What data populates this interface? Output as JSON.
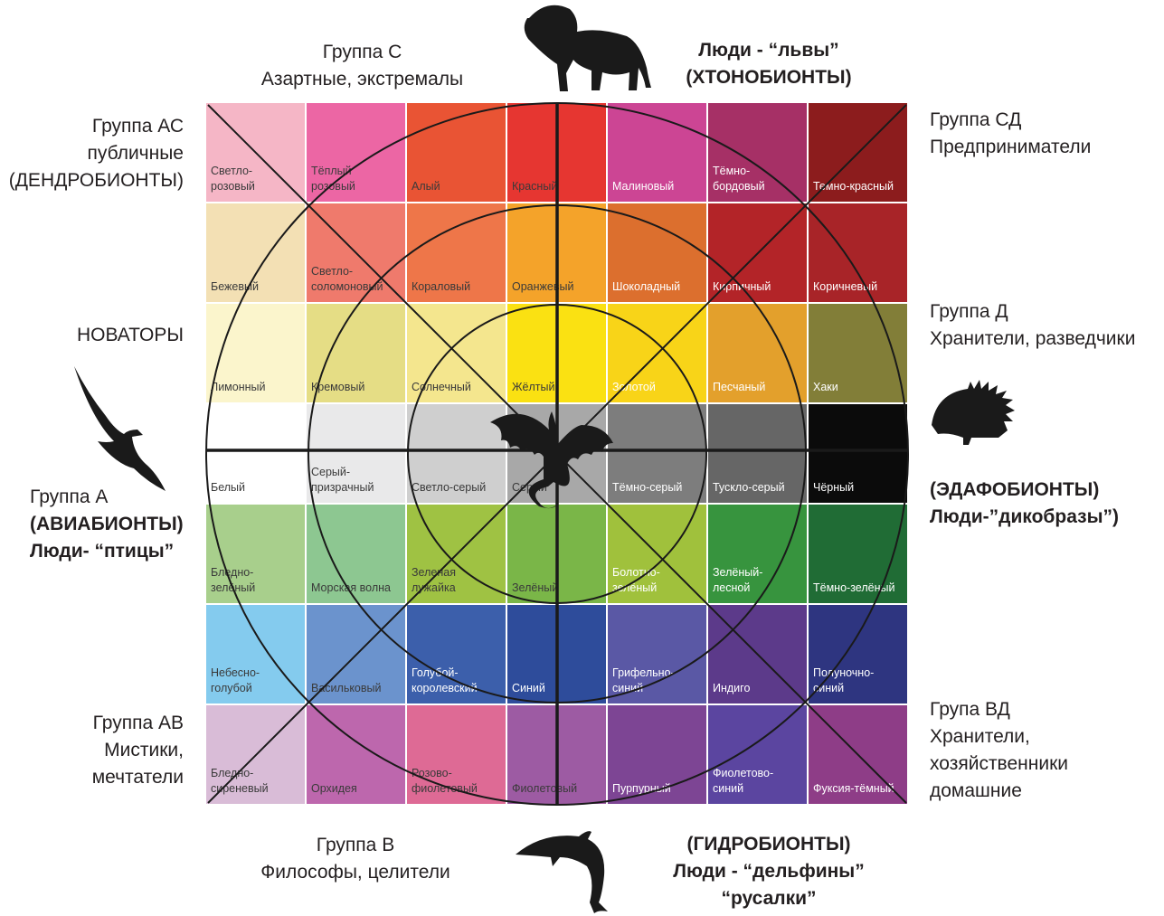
{
  "labels": {
    "group_c": [
      "Группа С",
      "Азартные, экстремалы"
    ],
    "lions": [
      "Люди - “львы”",
      "(ХТОНОБИОНТЫ)"
    ],
    "group_ac": [
      "Группа АС",
      "публичные",
      "(ДЕНДРОБИОНТЫ)"
    ],
    "group_sd": [
      "Группа СД",
      "Предприниматели"
    ],
    "innovators": "НОВАТОРЫ",
    "group_d": [
      "Группа Д",
      "Хранители, разведчики"
    ],
    "group_a": [
      "Группа А",
      "(АВИАБИОНТЫ)",
      "Люди- “птицы”"
    ],
    "porcupines": [
      "(ЭДАФОБИОНТЫ)",
      "Люди-”дикобразы”)"
    ],
    "group_av": [
      "Группа АВ",
      "Мистики,",
      "мечтатели"
    ],
    "group_vd": [
      "Група ВД",
      "Хранители,",
      "хозяйственники",
      "домашние"
    ],
    "group_v": [
      "Группа В",
      "Философы, целители"
    ],
    "dolphins": [
      "(ГИДРОБИОНТЫ)",
      "Люди - “дельфины”",
      "“русалки”"
    ]
  },
  "cells": [
    [
      {
        "t": "Светло-\nрозовый",
        "c": "#f5b6c6",
        "d": 1
      },
      {
        "t": "Тёплый\nрозовый",
        "c": "#ec66a4",
        "d": 1
      },
      {
        "t": "Алый",
        "c": "#e95434",
        "d": 1
      },
      {
        "t": "Красный",
        "c": "#e63631",
        "d": 1
      },
      {
        "t": "Малиновый",
        "c": "#cc4594",
        "d": 0
      },
      {
        "t": "Тёмно-\nбордовый",
        "c": "#a63066",
        "d": 0
      },
      {
        "t": "Темно-красный",
        "c": "#8c1c1d",
        "d": 0
      }
    ],
    [
      {
        "t": "Бежевый",
        "c": "#f3e0b4",
        "d": 1
      },
      {
        "t": "Светло-\nсоломоновый",
        "c": "#ef7a6c",
        "d": 1
      },
      {
        "t": "Кораловый",
        "c": "#ee7649",
        "d": 1
      },
      {
        "t": "Оранжевый",
        "c": "#f4a32a",
        "d": 1
      },
      {
        "t": "Шоколадный",
        "c": "#dc6f2e",
        "d": 0
      },
      {
        "t": "Кирпичный",
        "c": "#b32428",
        "d": 0
      },
      {
        "t": "Коричневый",
        "c": "#a82428",
        "d": 0
      }
    ],
    [
      {
        "t": "Лимонный",
        "c": "#fbf5cc",
        "d": 1
      },
      {
        "t": "Кремовый",
        "c": "#e5dd85",
        "d": 1
      },
      {
        "t": "Солнечный",
        "c": "#f4e68e",
        "d": 1
      },
      {
        "t": "Жёлтый",
        "c": "#fae112",
        "d": 1
      },
      {
        "t": "Золотой",
        "c": "#f8d418",
        "d": 0
      },
      {
        "t": "Песчаный",
        "c": "#e3a02c",
        "d": 0
      },
      {
        "t": "Хаки",
        "c": "#827e38",
        "d": 0
      }
    ],
    [
      {
        "t": "Белый",
        "c": "#ffffff",
        "d": 1
      },
      {
        "t": "Серый-\nпризрачный",
        "c": "#e9e9ea",
        "d": 1
      },
      {
        "t": "Светло-серый",
        "c": "#cfcfcf",
        "d": 1
      },
      {
        "t": "Серый",
        "c": "#a8a8a8",
        "d": 1
      },
      {
        "t": "Тёмно-серый",
        "c": "#7d7d7d",
        "d": 0
      },
      {
        "t": "Тускло-серый",
        "c": "#666666",
        "d": 0
      },
      {
        "t": "Чёрный",
        "c": "#0b0b0b",
        "d": 0
      }
    ],
    [
      {
        "t": "Бледно-\nзелёный",
        "c": "#a8cf8c",
        "d": 1
      },
      {
        "t": "Морская волна",
        "c": "#8dc791",
        "d": 1
      },
      {
        "t": "Зеленая\nлужайка",
        "c": "#9fc243",
        "d": 1
      },
      {
        "t": "Зелёный",
        "c": "#7ab648",
        "d": 1
      },
      {
        "t": "Болотно-\nзелёный",
        "c": "#a0c13c",
        "d": 0
      },
      {
        "t": "Зелёный-\nлесной",
        "c": "#37943e",
        "d": 0
      },
      {
        "t": "Тёмно-зелёный",
        "c": "#206c35",
        "d": 0
      }
    ],
    [
      {
        "t": "Небесно-\nголубой",
        "c": "#84cbee",
        "d": 1
      },
      {
        "t": "Васильковый",
        "c": "#6b93cd",
        "d": 1
      },
      {
        "t": "Голубой-\nкоролевский",
        "c": "#3c5fab",
        "d": 0
      },
      {
        "t": "Синий",
        "c": "#2e4c9b",
        "d": 0
      },
      {
        "t": "Грифельно-\nсиний",
        "c": "#5a58a5",
        "d": 0
      },
      {
        "t": "Индиго",
        "c": "#5c3a8a",
        "d": 0
      },
      {
        "t": "Полуночно-\nсиний",
        "c": "#2e3580",
        "d": 0
      }
    ],
    [
      {
        "t": "Бледно-\nсиреневый",
        "c": "#d9bcd7",
        "d": 1
      },
      {
        "t": "Орхидея",
        "c": "#bd67ad",
        "d": 1
      },
      {
        "t": "Розово-\nфиолетовый",
        "c": "#de6a95",
        "d": 1
      },
      {
        "t": "Фиолетовый",
        "c": "#9d5ba3",
        "d": 1
      },
      {
        "t": "Пурпурный",
        "c": "#7d4594",
        "d": 0
      },
      {
        "t": "Фиолетово-\nсиний",
        "c": "#5b45a0",
        "d": 0
      },
      {
        "t": "Фуксия-тёмный",
        "c": "#8e3d87",
        "d": 0
      }
    ]
  ]
}
